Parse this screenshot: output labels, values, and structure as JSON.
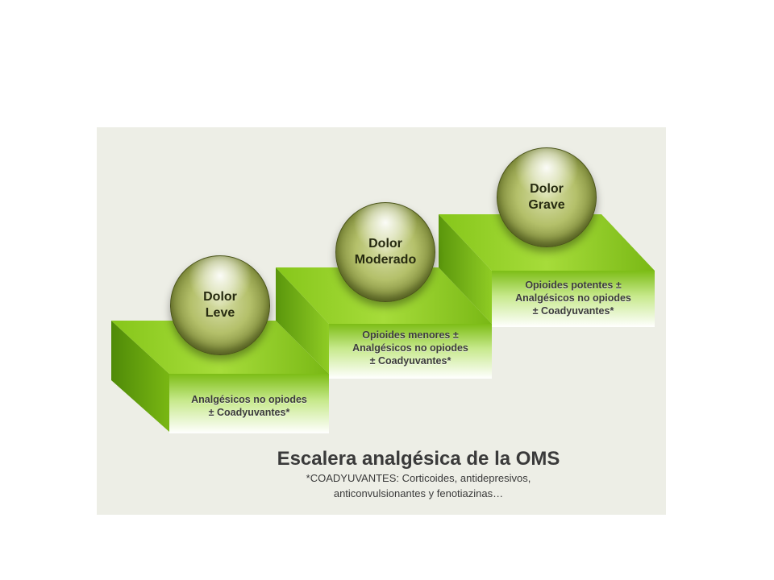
{
  "steps": [
    {
      "level": "Dolor Leve",
      "line1": "Dolor",
      "line2": "Leve",
      "treatment": [
        "Analgésicos no opiodes",
        "± Coadyuvantes*"
      ]
    },
    {
      "level": "Dolor Moderado",
      "line1": "Dolor",
      "line2": "Moderado",
      "treatment": [
        "Opioides menores ±",
        "Analgésicos no opiodes",
        "± Coadyuvantes*"
      ]
    },
    {
      "level": "Dolor Grave",
      "line1": "Dolor",
      "line2": "Grave",
      "treatment": [
        "Opioides potentes ±",
        "Analgésicos no opiodes",
        "± Coadyuvantes*"
      ]
    }
  ],
  "caption": {
    "title": "Escalera analgésica de la OMS",
    "note_line1": "*COADYUVANTES: Corticoides, antidepresivos,",
    "note_line2": "anticonvulsionantes y fenotiazinas…"
  },
  "colors": {
    "panel": "#edeee6",
    "step_green": "#8ccc1e",
    "step_dark": "#5e9a0e",
    "sphere": "#b4c06a"
  }
}
